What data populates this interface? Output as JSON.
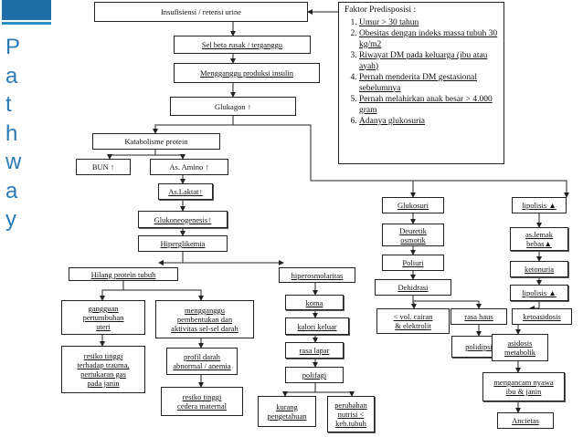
{
  "sidebar": {
    "letters": [
      "P",
      "a",
      "t",
      "h",
      "w",
      "a",
      "y"
    ]
  },
  "colors": {
    "accent": "#1d6fa5",
    "title": "#2b7ab8"
  },
  "factors": {
    "title": "Faktor Predisposisi :",
    "items": [
      "Umur > 30 tahun",
      "Obesitas dengan indeks massa tubuh 30 kg/m2",
      "Riwayat DM pada keluarga (ibu atau ayah)",
      "Pernah menderita DM gestasional sebelumnya",
      "Pernah melahirkan anak besar > 4.000 gram",
      "Adanya glukosuria"
    ]
  },
  "nodes": {
    "insufisiensi": "Insufisiensi / retensi urine",
    "sel_beta": "Sel beta rusak / terganggu",
    "mengganggu_insulin": "Mengganggu produksi insulin",
    "glukagon": "Glukagon ↑",
    "katabolisme": "Katabolisme protein",
    "bun": "BUN ↑",
    "as_amino": "As. Amino ↑",
    "as_laktat": "As.Laktat↑",
    "glukoneogenesis": "Glukoneogenesis↑",
    "hiperglikemia": "Hiperglikemia",
    "hilang_protein": "Hilang protein tubuh",
    "gangguan_pertumbuhan": "gangguan\npertumbuhan\nuteri",
    "resiko_trauma": "resiko tinggi\nterhadap trauma,\npertukaran gas\npada janin",
    "mengganggu_sel": "mengganggu\npembentukan dan\naktivitas sel-sel darah",
    "profil_darah": "profil darah\nabnormal / anemia",
    "resiko_cedera": "resiko tinggi\ncedera maternal",
    "hiperosmolaritas": "hiperosmolaritas",
    "koma": "koma",
    "kalori_keluar": "kalori keluar",
    "rasa_lapar": "rasa lapar",
    "polifagi": "polifagi",
    "kurang_pengetahuan": "kurang\npengetahuan",
    "perubahan_nutrisi": "perubahan\nnutrisi <\nkeb.tubuh",
    "glukosuri": "Glukosuri",
    "deuretik": "Deuretik\nosmotik",
    "poliuri": "Poliuri",
    "dehidrasi": "Dehidrasi",
    "vol_cairan": "< vol. cairan\n& elektrolit",
    "rasa_haus": "rasa haus",
    "polidipsi": "polidipsi",
    "lipolisis_top": "lipolisis ▲",
    "as_lemak": "as.lemak\nbebas▲",
    "ketonuria": "ketonuria",
    "lipolisis_2": "lipolisis ▲",
    "ketoasidosis": "ketoasidosis",
    "asidosis": "asidosis\nmetabolik",
    "mengancam": "mengancam nyawa\nibu & janin",
    "ancietas": "Ancietas"
  }
}
